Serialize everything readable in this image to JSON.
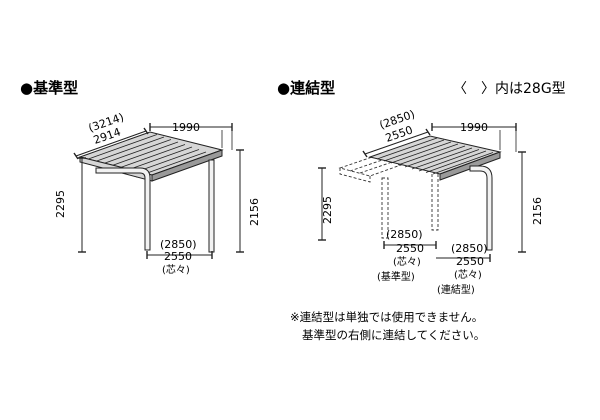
{
  "standard": {
    "heading": "●基準型",
    "dims": {
      "top_paren": "(3214)",
      "top": "2914",
      "depth": "1990",
      "height_left": "2295",
      "height_right": "2156",
      "bottom_paren": "(2850)",
      "bottom": "2550",
      "bottom_note": "(芯々)"
    }
  },
  "linked": {
    "heading": "●連結型",
    "heading_note": "〈　〉内は28G型",
    "dims": {
      "top_paren": "(2850)",
      "top": "2550",
      "depth": "1990",
      "height_left": "2295",
      "height_right": "2156",
      "left_paren": "(2850)",
      "left": "2550",
      "left_note": "(芯々)",
      "left_label": "(基準型)",
      "right_paren": "(2850)",
      "right": "2550",
      "right_note": "(芯々)",
      "right_label": "(連結型)"
    }
  },
  "notes": [
    "※連結型は単独では使用できません。",
    "基準型の右側に連結してください。"
  ]
}
